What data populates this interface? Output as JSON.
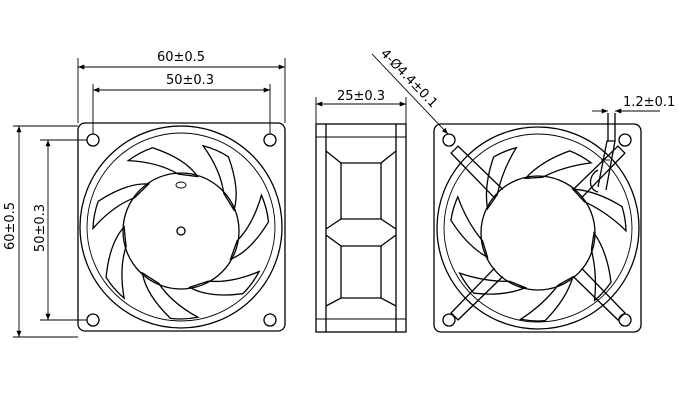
{
  "dimensions": {
    "front_overall_width": "60±0.5",
    "front_hole_spacing_width": "50±0.3",
    "front_overall_height": "60±0.5",
    "front_hole_spacing_height": "50±0.3",
    "side_thickness": "25±0.3",
    "mounting_holes": "4-Ø4.4±0.1",
    "wire_exit": "1.2±0.1"
  },
  "colors": {
    "line": "#000000",
    "background": "#ffffff"
  }
}
